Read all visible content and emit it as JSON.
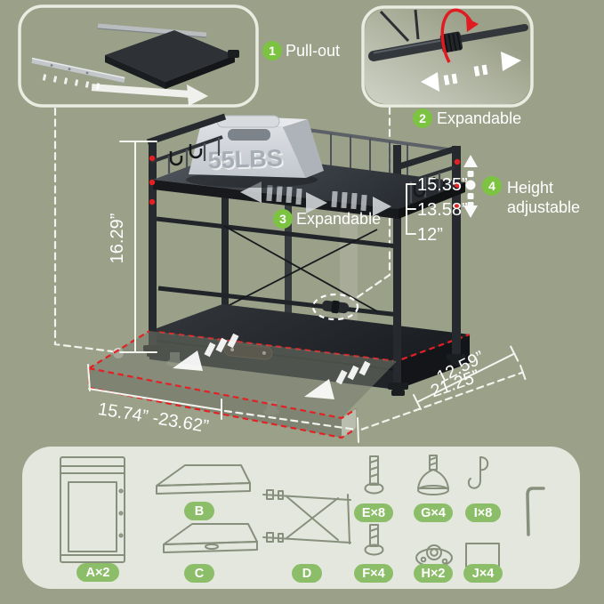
{
  "colors": {
    "background": "#9ba089",
    "callout_green": "#7cc342",
    "badge_green": "#8cbd68",
    "highlight_red": "#e32124",
    "annotation_white": "#ffffff",
    "panel_fill": "#e4e7dd",
    "rack_black": "#212428"
  },
  "callouts": {
    "pullout": {
      "number": "1",
      "label": "Pull-out"
    },
    "rod": {
      "number": "2",
      "label": "Expandable"
    },
    "shelf": {
      "number": "3",
      "label": "Expandable"
    },
    "height": {
      "number": "4",
      "line1": "Height",
      "line2": "adjustable"
    }
  },
  "weight": {
    "label": "55LBS"
  },
  "dimensions": {
    "total_height": "16.29”",
    "level_1": "15.35”",
    "level_2": "13.58”",
    "level_3": "12”",
    "pullout_range": "15.74” -23.62”",
    "depth_inner": "12.59”",
    "depth_outer": "21.25”"
  },
  "parts": {
    "a": "A×2",
    "b": "B",
    "c": "C",
    "d": "D",
    "e": "E×8",
    "f": "F×4",
    "g": "G×4",
    "h": "H×2",
    "i": "I×8",
    "j": "J×4"
  }
}
